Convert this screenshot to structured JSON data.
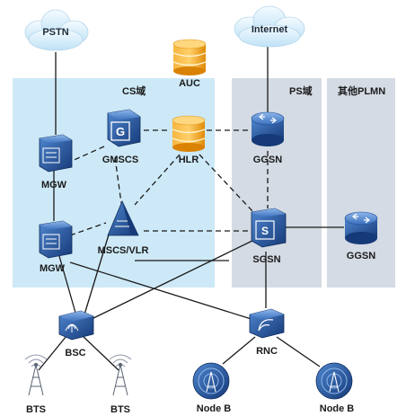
{
  "clouds": {
    "pstn": "PSTN",
    "internet": "Internet"
  },
  "domains": {
    "cs": "CS域",
    "ps": "PS域",
    "other_plmn": "其他PLMN"
  },
  "nodes": {
    "auc": "AUC",
    "hlr": "HLR",
    "gmscs": "GMSCS",
    "ggsn_ps": "GGSN",
    "mgw_top": "MGW",
    "mgw_bottom": "MGW",
    "mscs_vlr": "MSCS/VLR",
    "sgsn": "SGSN",
    "ggsn_plmn": "GGSN",
    "bsc": "BSC",
    "rnc": "RNC",
    "bts_left": "BTS",
    "bts_right": "BTS",
    "nodeb_left": "Node B",
    "nodeb_right": "Node B"
  },
  "colors": {
    "cs_domain": "#cde9f7",
    "ps_domain": "#d4dbe4",
    "database": "#f2a51b",
    "device_blue": "#1f4f96",
    "link": "#1a1a1a"
  }
}
